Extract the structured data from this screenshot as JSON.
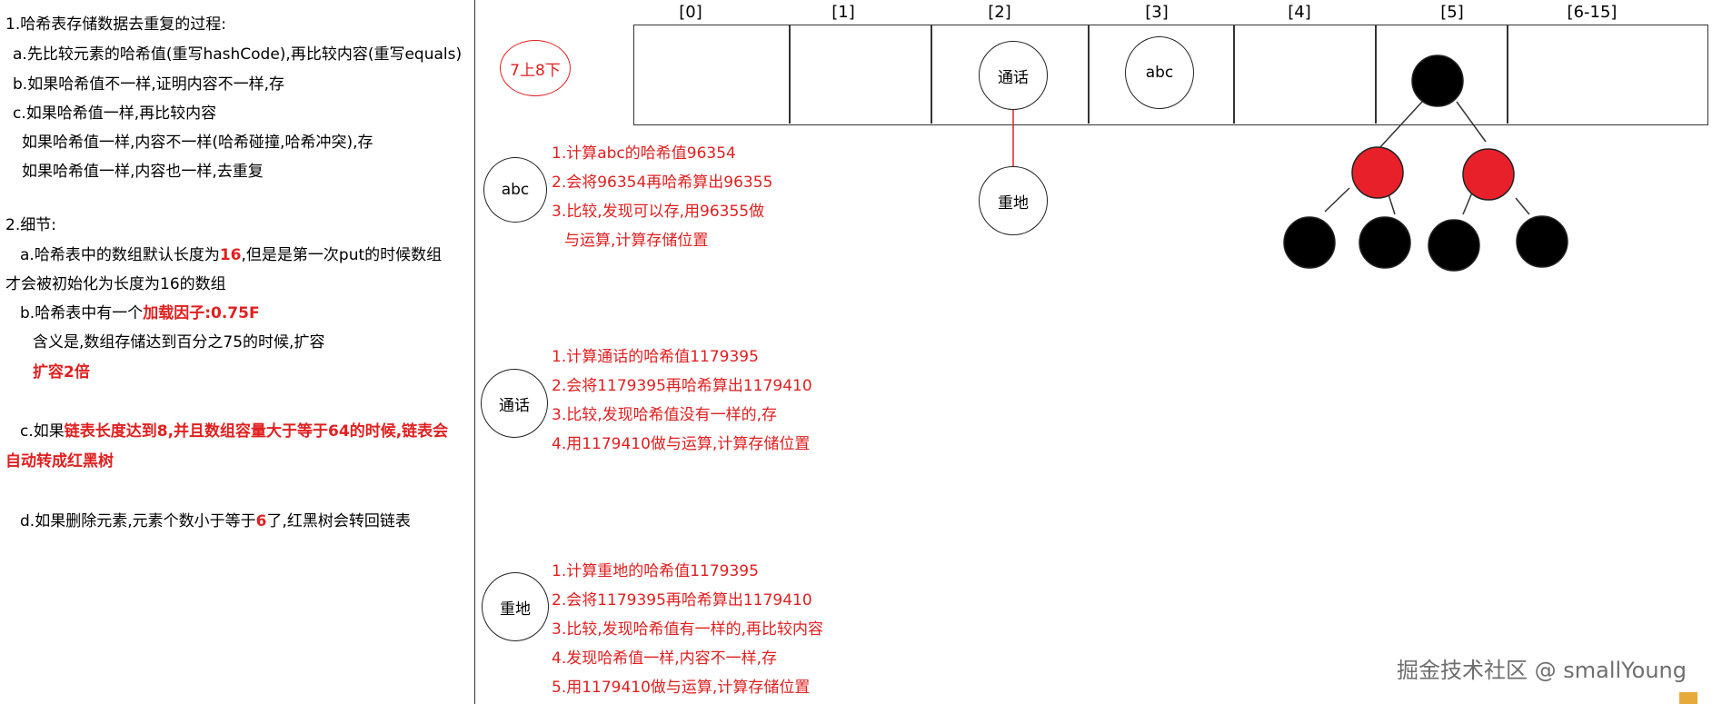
{
  "notes": {
    "l1": "1.哈希表存储数据去重复的过程:",
    "l2": "a.先比较元素的哈希值(重写hashCode),再比较内容(重写equals)",
    "l3": "b.如果哈希值不一样,证明内容不一样,存",
    "l4": "c.如果哈希值一样,再比较内容",
    "l5": "如果哈希值一样,内容不一样(哈希碰撞,哈希冲突),存",
    "l6": "如果哈希值一样,内容也一样,去重复",
    "l7": "2.细节:",
    "l8a": "a.哈希表中的数组默认长度为",
    "l8b": "16",
    "l8c": ",但是是第一次put的时候数组",
    "l9": "才会被初始化为长度为16的数组",
    "l10a": "b.哈希表中有一个",
    "l10b": "加载因子:0.75F",
    "l11": "含义是,数组存储达到百分之75的时候,扩容",
    "l12": "扩容2倍",
    "l13a": "c.如果",
    "l13b": "链表长度达到8,并且数组容量大于等于64的时候,链表会",
    "l14": "自动转成红黑树",
    "l15a": "d.如果删除元素,元素个数小于等于",
    "l15b": "6",
    "l15c": "了,红黑树会转回链表"
  },
  "array": {
    "indices": [
      "[0]",
      "[1]",
      "[2]",
      "[3]",
      "[4]",
      "[5]",
      "[6-15]"
    ],
    "slot2_value": "通话",
    "slot3_value": "abc",
    "chained_value": "重地"
  },
  "oval_label": "7上8下",
  "examples": {
    "abc": {
      "label": "abc",
      "steps": [
        "1.计算abc的哈希值96354",
        "2.会将96354再哈希算出96355",
        "3.比较,发现可以存,用96355做",
        "与运算,计算存储位置"
      ]
    },
    "tonghua": {
      "label": "通话",
      "steps": [
        "1.计算通话的哈希值1179395",
        "2.会将1179395再哈希算出1179410",
        "3.比较,发现哈希值没有一样的,存",
        "4.用1179410做与运算,计算存储位置"
      ]
    },
    "zhongdi": {
      "label": "重地",
      "steps": [
        "1.计算重地的哈希值1179395",
        "2.会将1179395再哈希算出1179410",
        "3.比较,发现哈希值有一样的,再比较内容",
        "4.发现哈希值一样,内容不一样,存",
        "5.用1179410做与运算,计算存储位置"
      ]
    }
  },
  "tree_colors": {
    "black": "#000000",
    "red": "#e8202a"
  },
  "watermark": "掘金技术社区 @ smallYoung"
}
